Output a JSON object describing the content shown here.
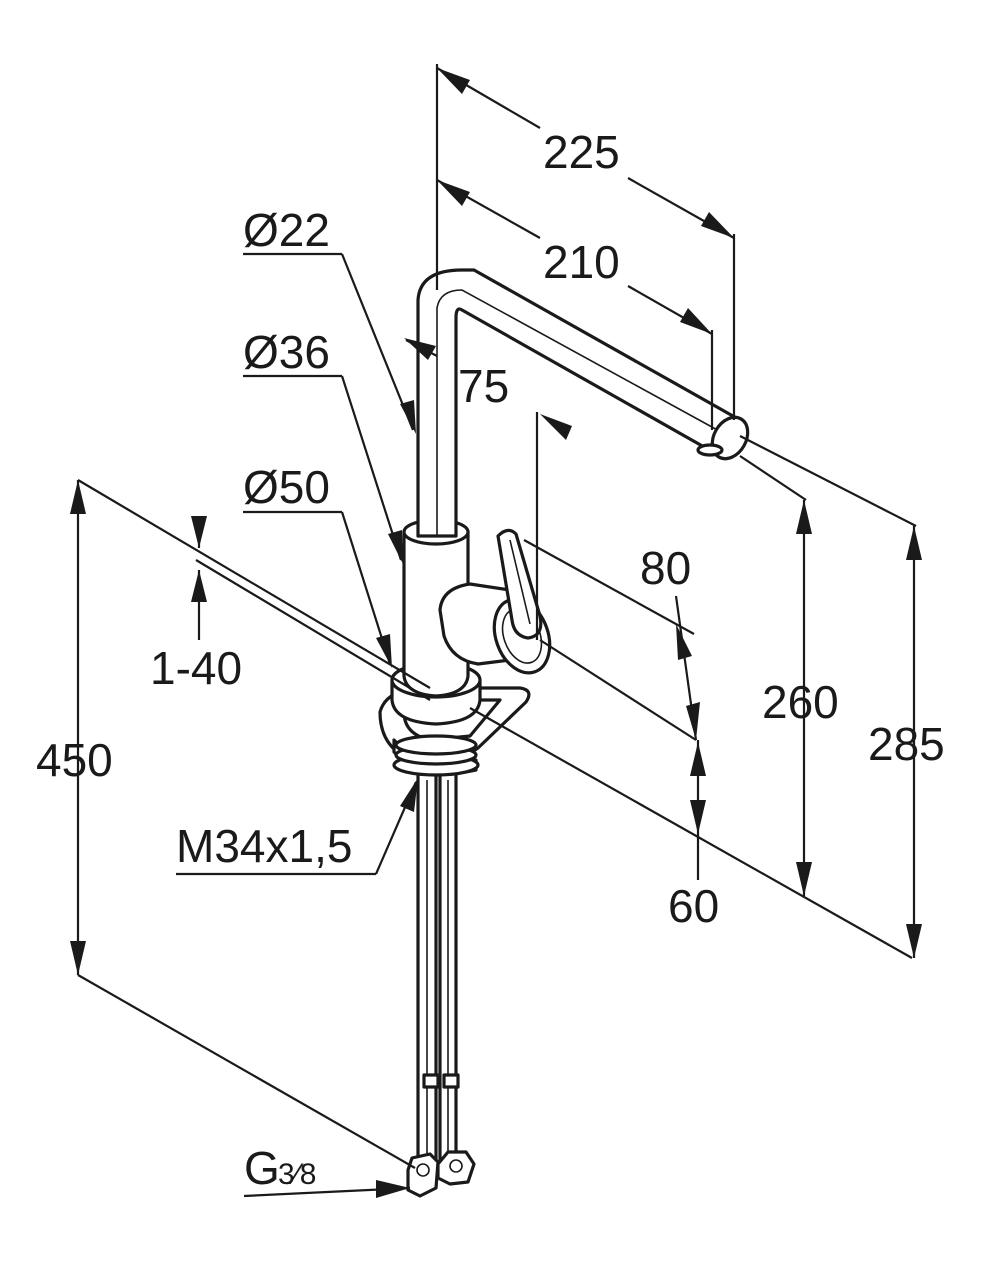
{
  "diagram": {
    "subject": "faucet",
    "colors": {
      "line": "#1a1a1a",
      "background": "#ffffff"
    },
    "dimensions": {
      "reach_outer": "225",
      "reach_inner": "210",
      "spout_diameter": "Ø22",
      "body_diameter": "Ø36",
      "base_diameter": "Ø50",
      "handle_offset": "75",
      "countertop_thickness": "1-40",
      "handle_height": "80",
      "spout_height": "260",
      "total_height_above": "285",
      "total_length": "450",
      "base_height": "60",
      "thread": "M34x1,5",
      "connection_main": "G",
      "connection_fraction": "3⁄8"
    }
  }
}
